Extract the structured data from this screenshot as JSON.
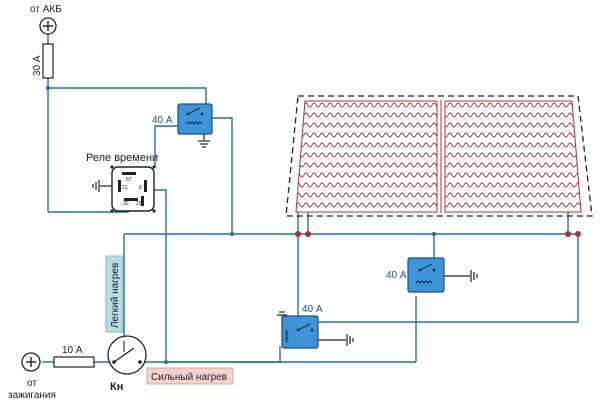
{
  "labels": {
    "battery": "от АКБ",
    "fuse_battery": "30 А",
    "relay_top": "40 А",
    "timer_relay": "Реле времени",
    "pin_87": "87",
    "pin_21": "21",
    "pin_e": "E",
    "pin_30": "30",
    "pin_15": "15",
    "relay_mid_right": "40 А",
    "relay_bottom": "40 А",
    "light_heat": "Легкий нагрев",
    "strong_heat": "Сильный нагрев",
    "fuse_ignition": "10 А",
    "ignition_line1": "от",
    "ignition_line2": "зажигания",
    "switch": "Кн"
  },
  "colors": {
    "wire": "#1f6fb0",
    "relay_fill": "#3d95d8",
    "relay_stroke": "#1a4f80",
    "heater": "#b03030",
    "node": "#b03030",
    "light_heat_bg": "#b5dde5",
    "strong_heat_bg": "#f2d3d0"
  }
}
